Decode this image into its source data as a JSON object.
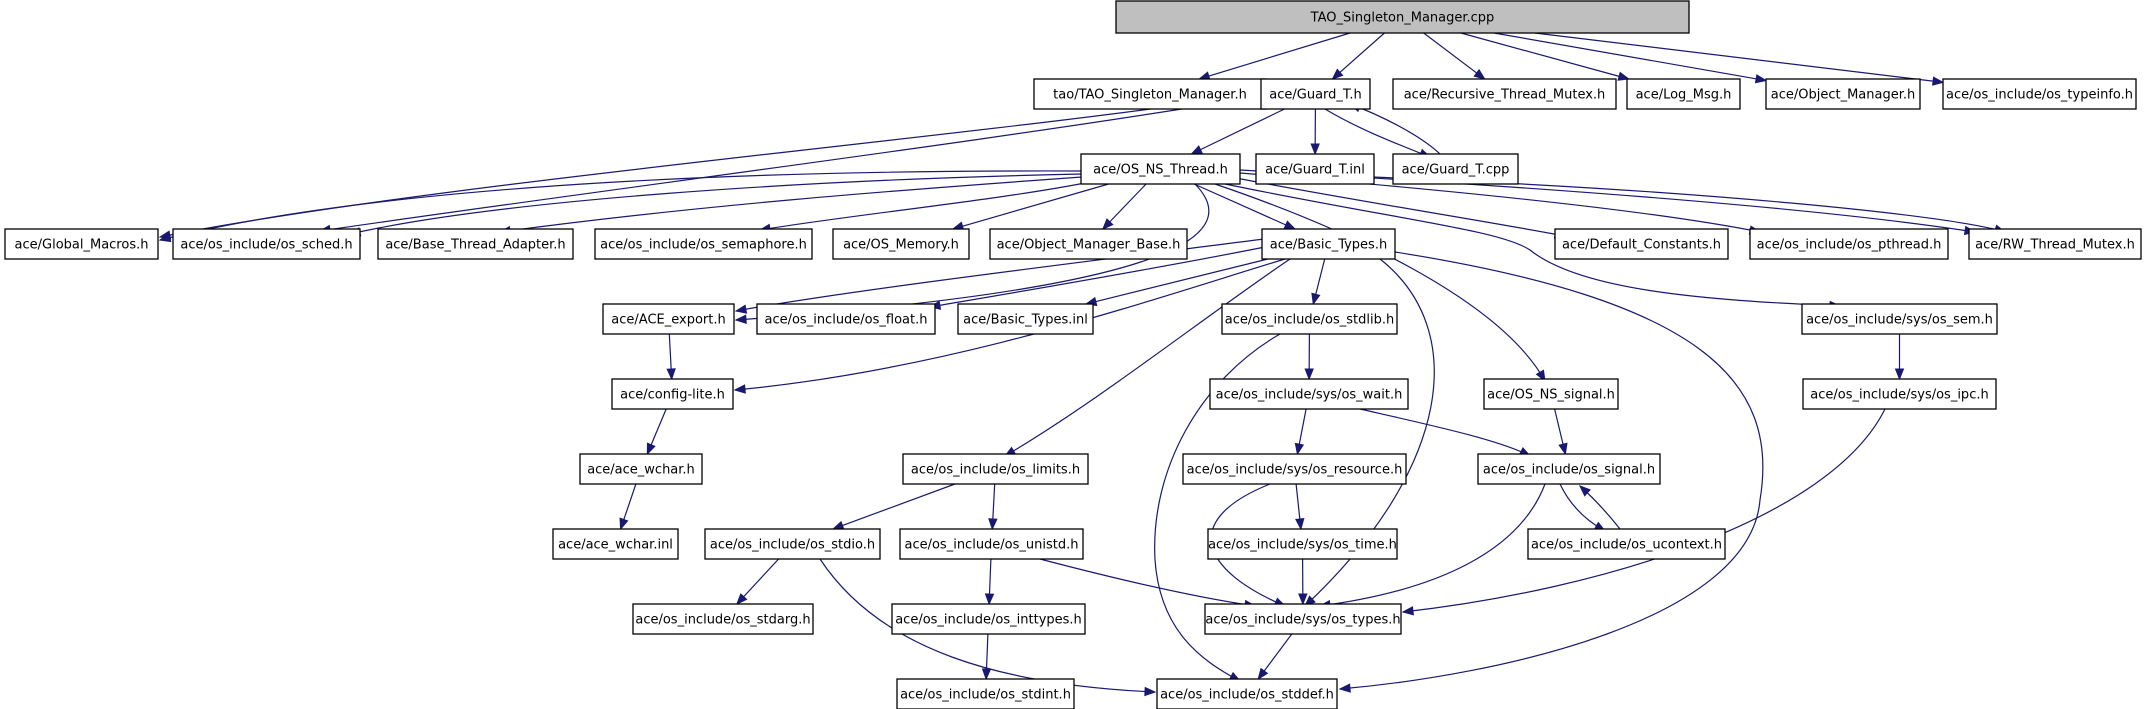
{
  "graph": {
    "nodes": [
      {
        "id": "root",
        "label": "TAO_Singleton_Manager.cpp",
        "root": true
      },
      {
        "id": "tsm_h",
        "label": "tao/TAO_Singleton_Manager.h"
      },
      {
        "id": "guard_h",
        "label": "ace/Guard_T.h"
      },
      {
        "id": "rtm_h",
        "label": "ace/Recursive_Thread_Mutex.h"
      },
      {
        "id": "logmsg_h",
        "label": "ace/Log_Msg.h"
      },
      {
        "id": "objmgr_h",
        "label": "ace/Object_Manager.h"
      },
      {
        "id": "typeinfo_h",
        "label": "ace/os_include/os_typeinfo.h"
      },
      {
        "id": "osns_thread_h",
        "label": "ace/OS_NS_Thread.h"
      },
      {
        "id": "guard_inl",
        "label": "ace/Guard_T.inl"
      },
      {
        "id": "guard_cpp",
        "label": "ace/Guard_T.cpp"
      },
      {
        "id": "global_macros_h",
        "label": "ace/Global_Macros.h"
      },
      {
        "id": "os_sched_h",
        "label": "ace/os_include/os_sched.h"
      },
      {
        "id": "bta_h",
        "label": "ace/Base_Thread_Adapter.h"
      },
      {
        "id": "os_semaphore_h",
        "label": "ace/os_include/os_semaphore.h"
      },
      {
        "id": "os_memory_h",
        "label": "ace/OS_Memory.h"
      },
      {
        "id": "omb_h",
        "label": "ace/Object_Manager_Base.h"
      },
      {
        "id": "basic_types_h",
        "label": "ace/Basic_Types.h"
      },
      {
        "id": "default_constants_h",
        "label": "ace/Default_Constants.h"
      },
      {
        "id": "os_pthread_h",
        "label": "ace/os_include/os_pthread.h"
      },
      {
        "id": "rw_thread_mutex_h",
        "label": "ace/RW_Thread_Mutex.h"
      },
      {
        "id": "ace_export_h",
        "label": "ace/ACE_export.h"
      },
      {
        "id": "os_float_h",
        "label": "ace/os_include/os_float.h"
      },
      {
        "id": "basic_types_inl",
        "label": "ace/Basic_Types.inl"
      },
      {
        "id": "os_stdlib_h",
        "label": "ace/os_include/os_stdlib.h"
      },
      {
        "id": "os_sem_h",
        "label": "ace/os_include/sys/os_sem.h"
      },
      {
        "id": "config_lite_h",
        "label": "ace/config-lite.h"
      },
      {
        "id": "os_wait_h",
        "label": "ace/os_include/sys/os_wait.h"
      },
      {
        "id": "osns_signal_h",
        "label": "ace/OS_NS_signal.h"
      },
      {
        "id": "os_ipc_h",
        "label": "ace/os_include/sys/os_ipc.h"
      },
      {
        "id": "ace_wchar_h",
        "label": "ace/ace_wchar.h"
      },
      {
        "id": "os_limits_h",
        "label": "ace/os_include/os_limits.h"
      },
      {
        "id": "os_resource_h",
        "label": "ace/os_include/sys/os_resource.h"
      },
      {
        "id": "os_signal_h",
        "label": "ace/os_include/os_signal.h"
      },
      {
        "id": "ace_wchar_inl",
        "label": "ace/ace_wchar.inl"
      },
      {
        "id": "os_stdio_h",
        "label": "ace/os_include/os_stdio.h"
      },
      {
        "id": "os_unistd_h",
        "label": "ace/os_include/os_unistd.h"
      },
      {
        "id": "os_time_h",
        "label": "ace/os_include/sys/os_time.h"
      },
      {
        "id": "os_ucontext_h",
        "label": "ace/os_include/os_ucontext.h"
      },
      {
        "id": "os_stdarg_h",
        "label": "ace/os_include/os_stdarg.h"
      },
      {
        "id": "os_inttypes_h",
        "label": "ace/os_include/os_inttypes.h"
      },
      {
        "id": "os_types_h",
        "label": "ace/os_include/sys/os_types.h"
      },
      {
        "id": "os_stdint_h",
        "label": "ace/os_include/os_stdint.h"
      },
      {
        "id": "os_stddef_h",
        "label": "ace/os_include/os_stddef.h"
      }
    ],
    "edges": [
      [
        "root",
        "tsm_h"
      ],
      [
        "root",
        "guard_h"
      ],
      [
        "root",
        "rtm_h"
      ],
      [
        "root",
        "logmsg_h"
      ],
      [
        "root",
        "objmgr_h"
      ],
      [
        "root",
        "typeinfo_h"
      ],
      [
        "guard_h",
        "global_macros_h"
      ],
      [
        "guard_h",
        "os_sched_h"
      ],
      [
        "guard_h",
        "osns_thread_h"
      ],
      [
        "guard_h",
        "guard_inl"
      ],
      [
        "guard_h",
        "guard_cpp"
      ],
      [
        "guard_cpp",
        "guard_h"
      ],
      [
        "osns_thread_h",
        "global_macros_h"
      ],
      [
        "osns_thread_h",
        "os_sched_h"
      ],
      [
        "osns_thread_h",
        "bta_h"
      ],
      [
        "osns_thread_h",
        "os_semaphore_h"
      ],
      [
        "osns_thread_h",
        "os_memory_h"
      ],
      [
        "osns_thread_h",
        "omb_h"
      ],
      [
        "osns_thread_h",
        "basic_types_h"
      ],
      [
        "osns_thread_h",
        "default_constants_h"
      ],
      [
        "osns_thread_h",
        "os_pthread_h"
      ],
      [
        "osns_thread_h",
        "rw_thread_mutex_h"
      ],
      [
        "osns_thread_h",
        "ace_export_h"
      ],
      [
        "osns_thread_h",
        "os_sem_h"
      ],
      [
        "osns_thread_h",
        "osns_signal_h"
      ],
      [
        "guard_inl",
        "rw_thread_mutex_h"
      ],
      [
        "basic_types_h",
        "ace_export_h"
      ],
      [
        "basic_types_h",
        "os_float_h"
      ],
      [
        "basic_types_h",
        "basic_types_inl"
      ],
      [
        "basic_types_h",
        "os_stdlib_h"
      ],
      [
        "basic_types_h",
        "config_lite_h"
      ],
      [
        "basic_types_h",
        "os_limits_h"
      ],
      [
        "basic_types_h",
        "os_types_h"
      ],
      [
        "basic_types_h",
        "os_stddef_h"
      ],
      [
        "ace_export_h",
        "config_lite_h"
      ],
      [
        "config_lite_h",
        "ace_wchar_h"
      ],
      [
        "ace_wchar_h",
        "ace_wchar_inl"
      ],
      [
        "os_stdlib_h",
        "os_wait_h"
      ],
      [
        "os_stdlib_h",
        "os_stddef_h"
      ],
      [
        "os_wait_h",
        "os_resource_h"
      ],
      [
        "os_wait_h",
        "os_signal_h"
      ],
      [
        "os_resource_h",
        "os_time_h"
      ],
      [
        "os_resource_h",
        "os_types_h"
      ],
      [
        "os_time_h",
        "os_types_h"
      ],
      [
        "osns_signal_h",
        "os_signal_h"
      ],
      [
        "os_signal_h",
        "os_ucontext_h"
      ],
      [
        "os_ucontext_h",
        "os_signal_h"
      ],
      [
        "os_signal_h",
        "os_types_h"
      ],
      [
        "os_sem_h",
        "os_ipc_h"
      ],
      [
        "os_ipc_h",
        "os_types_h"
      ],
      [
        "os_limits_h",
        "os_stdio_h"
      ],
      [
        "os_limits_h",
        "os_unistd_h"
      ],
      [
        "os_stdio_h",
        "os_stdarg_h"
      ],
      [
        "os_stdio_h",
        "os_stddef_h"
      ],
      [
        "os_unistd_h",
        "os_inttypes_h"
      ],
      [
        "os_unistd_h",
        "os_types_h"
      ],
      [
        "os_inttypes_h",
        "os_stdint_h"
      ],
      [
        "os_types_h",
        "os_stddef_h"
      ]
    ]
  }
}
